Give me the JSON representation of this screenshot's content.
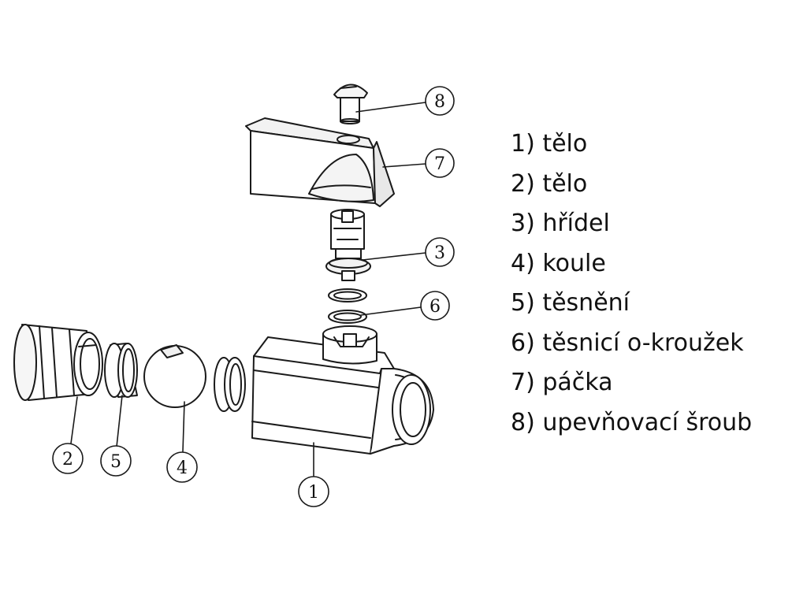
{
  "colors": {
    "line": "#1a1a1a",
    "background": "#ffffff"
  },
  "callouts": [
    "1",
    "2",
    "3",
    "4",
    "5",
    "6",
    "7",
    "8"
  ],
  "legend": [
    "1) tělo",
    "2) tělo",
    "3) hřídel",
    "4) koule",
    "5) těsnění",
    "6) těsnicí o-kroužek",
    "7) páčka",
    "8) upevňovací šroub"
  ]
}
